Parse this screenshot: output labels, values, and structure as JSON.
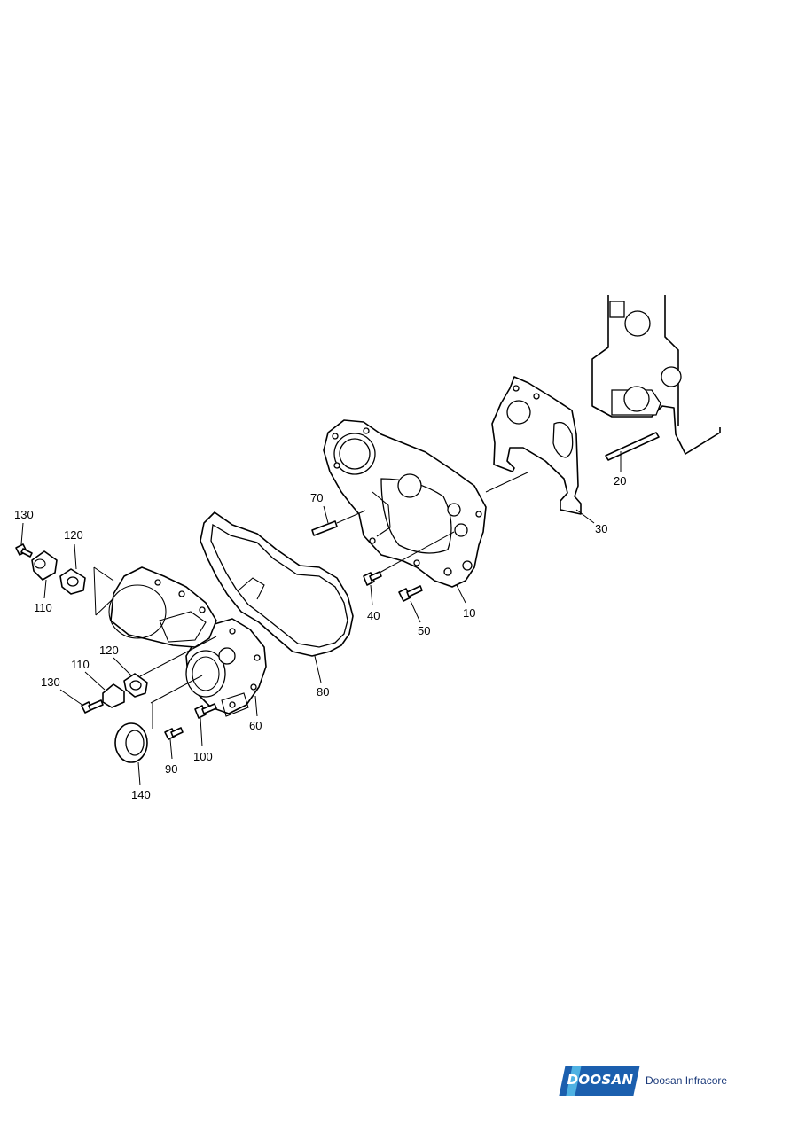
{
  "diagram": {
    "part_labels": [
      "130",
      "120",
      "110",
      "120",
      "110",
      "130",
      "140",
      "90",
      "100",
      "60",
      "80",
      "70",
      "40",
      "50",
      "10",
      "30",
      "20"
    ]
  },
  "branding": {
    "logo_text": "DOOSAN",
    "company_name": "Doosan Infracore",
    "colors": {
      "logo_blue": "#1b5fae",
      "logo_light_blue": "#4fb2e3",
      "text_navy": "#1b3a7a"
    }
  }
}
